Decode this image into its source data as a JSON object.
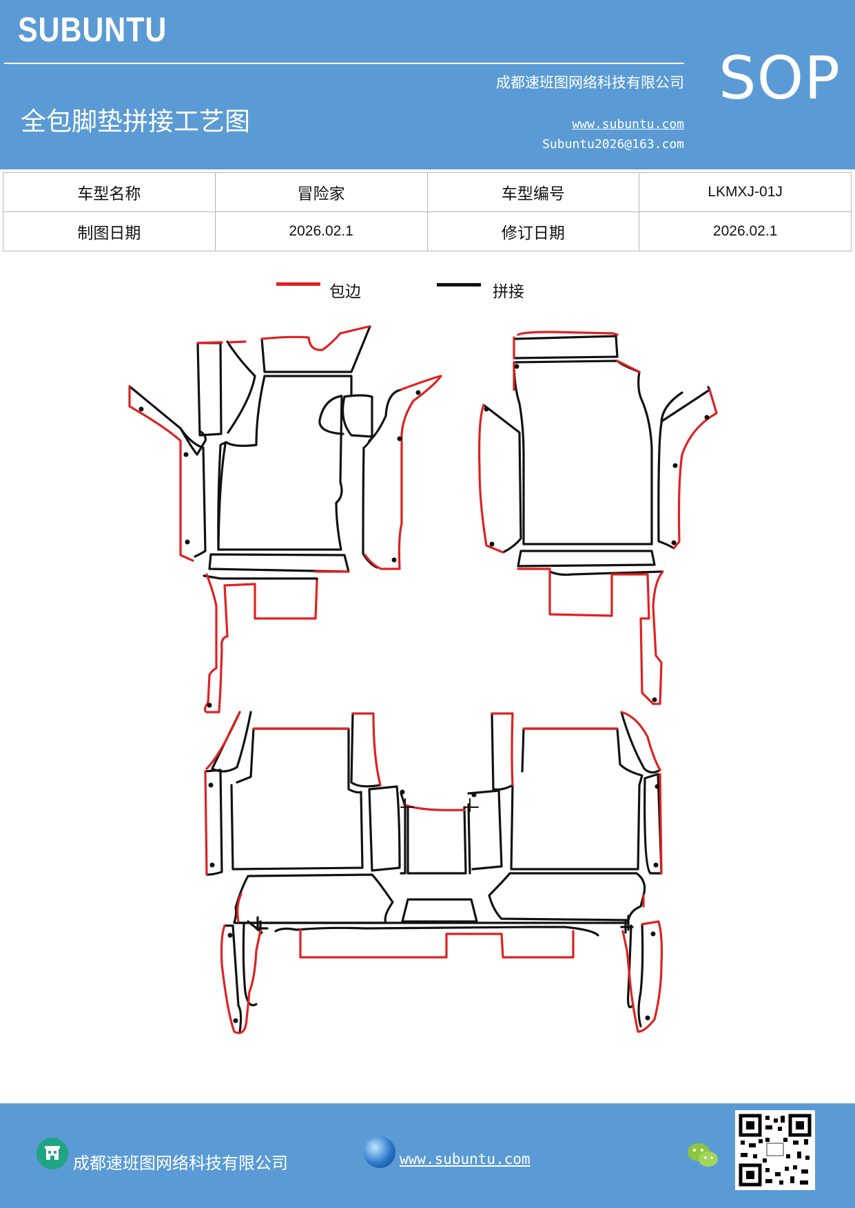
{
  "header": {
    "brand": "SUBUNTU",
    "company": "成都速班图网络科技有限公司",
    "title": "全包脚垫拼接工艺图",
    "website": "www.subuntu.com",
    "email": "Subuntu2026@163.com",
    "badge": "SOP",
    "background_color": "#5b9bd5"
  },
  "info_table": {
    "rows": [
      [
        {
          "label": "车型名称"
        },
        {
          "value": "冒险家"
        },
        {
          "label": "车型编号"
        },
        {
          "value": "LKMXJ-01J"
        }
      ],
      [
        {
          "label": "制图日期"
        },
        {
          "value": "2026.02.1"
        },
        {
          "label": "修订日期"
        },
        {
          "value": "2026.02.1"
        }
      ]
    ]
  },
  "legend": {
    "items": [
      {
        "label": "包边",
        "color": "#e02020"
      },
      {
        "label": "拼接",
        "color": "#111111"
      }
    ]
  },
  "diagram": {
    "edge_color": "#e02020",
    "seam_color": "#111111"
  },
  "footer": {
    "company": "成都速班图网络科技有限公司",
    "website": "www.subuntu.com",
    "icons": [
      "building-icon",
      "globe-icon",
      "wechat-icon",
      "qr-code"
    ]
  }
}
